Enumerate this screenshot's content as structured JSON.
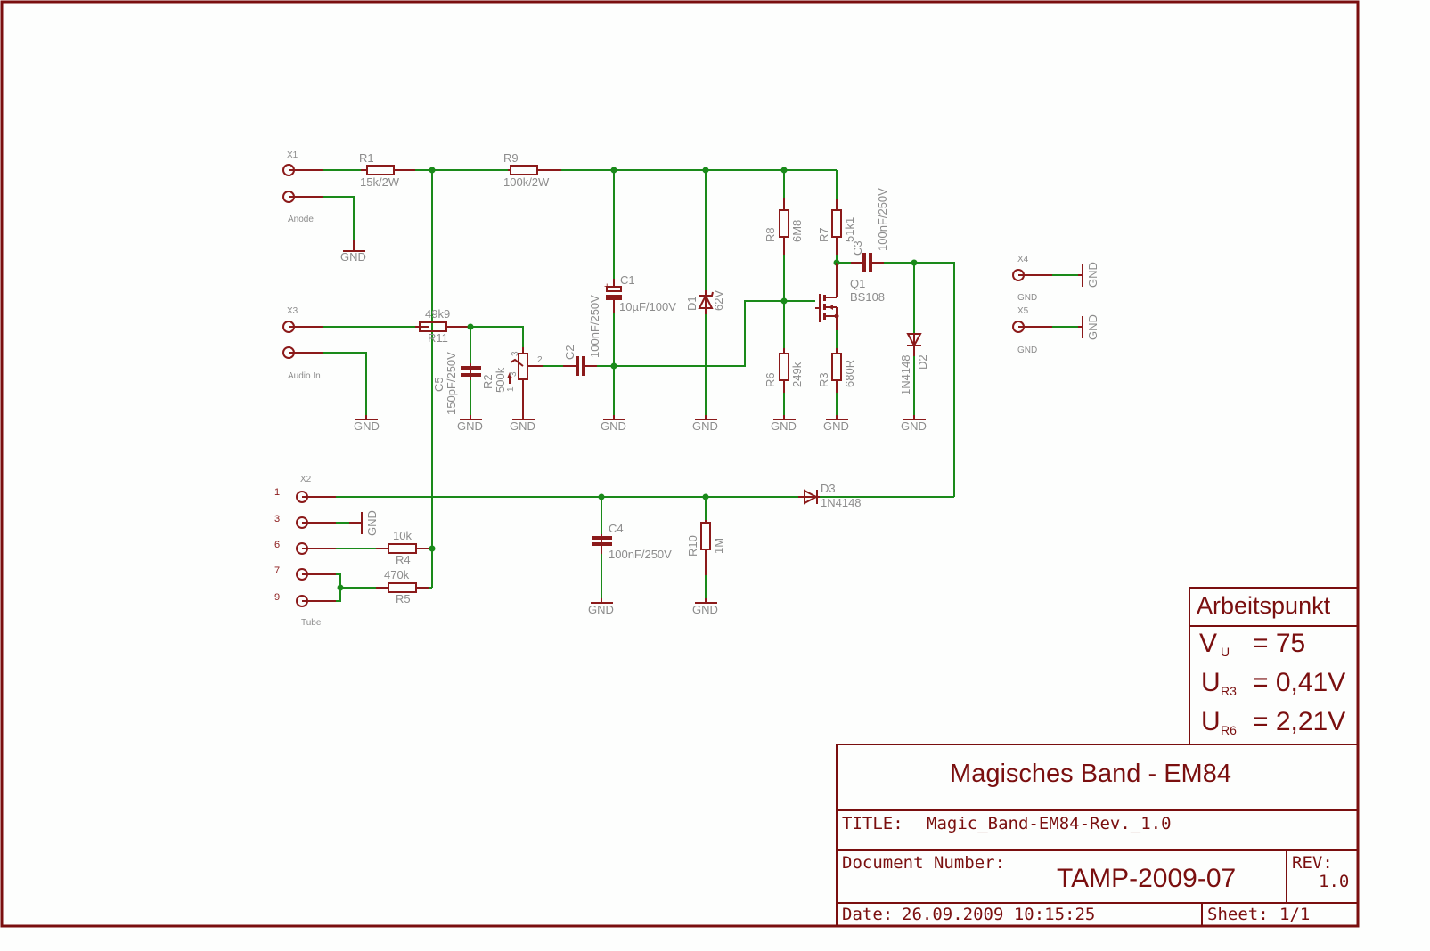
{
  "colors": {
    "wire": "#1a8a1a",
    "symbol": "#8b1a1a",
    "label": "#8c8c8c",
    "frame": "#7a0f0f",
    "background": "#fdfefd"
  },
  "connectors": {
    "x1": {
      "name": "X1",
      "label": "Anode"
    },
    "x3": {
      "name": "X3",
      "label": "Audio In"
    },
    "x2": {
      "name": "X2",
      "label": "Tube",
      "pins": [
        "1",
        "3",
        "6",
        "7",
        "9"
      ]
    },
    "x4": {
      "name": "X4",
      "label": "GND"
    },
    "x5": {
      "name": "X5",
      "label": "GND"
    }
  },
  "components": {
    "r1": {
      "name": "R1",
      "value": "15k/2W"
    },
    "r9": {
      "name": "R9",
      "value": "100k/2W"
    },
    "r11": {
      "name": "R11",
      "value": "49k9"
    },
    "c5": {
      "name": "C5",
      "value": "150pF/250V"
    },
    "r2": {
      "name": "R2",
      "value": "500k",
      "pin1": "1",
      "pin2": "2",
      "pin3": "3",
      "arrow_label_a": "1",
      "arrow_label_b": "3"
    },
    "c2": {
      "name": "C2",
      "value": "100nF/250V"
    },
    "c1": {
      "name": "C1",
      "value": "10µF/100V",
      "polarity": "+"
    },
    "d1": {
      "name": "D1",
      "value": "62V"
    },
    "r8": {
      "name": "R8",
      "value": "6M8"
    },
    "r6": {
      "name": "R6",
      "value": "249k"
    },
    "r7": {
      "name": "R7",
      "value": "51k1"
    },
    "r3": {
      "name": "R3",
      "value": "680R"
    },
    "q1": {
      "name": "Q1",
      "value": "BS108"
    },
    "c3": {
      "name": "C3",
      "value": "100nF/250V"
    },
    "d2": {
      "name": "D2",
      "value": "1N4148"
    },
    "d3": {
      "name": "D3",
      "value": "1N4148"
    },
    "c4": {
      "name": "C4",
      "value": "100nF/250V"
    },
    "r10": {
      "name": "R10",
      "value": "1M"
    },
    "r4": {
      "name": "R4",
      "value": "10k"
    },
    "r5": {
      "name": "R5",
      "value": "470k"
    }
  },
  "gnd_label": "GND",
  "operating_point": {
    "title": "Arbeitspunkt",
    "rows": [
      {
        "symbol": "V",
        "sub": "U",
        "value": "= 75"
      },
      {
        "symbol": "U",
        "sub": "R3",
        "value": "= 0,41V"
      },
      {
        "symbol": "U",
        "sub": "R6",
        "value": "= 2,21V"
      }
    ]
  },
  "title_block": {
    "heading": "Magisches Band - EM84",
    "title_label": "TITLE:",
    "title_value": "Magic_Band-EM84-Rev._1.0",
    "docnum_label": "Document Number:",
    "docnum_value": "TAMP-2009-07",
    "rev_label": "REV:",
    "rev_value": "1.0",
    "date_label": "Date:",
    "date_value": "26.09.2009 10:15:25",
    "sheet_label": "Sheet:",
    "sheet_value": "1/1"
  }
}
